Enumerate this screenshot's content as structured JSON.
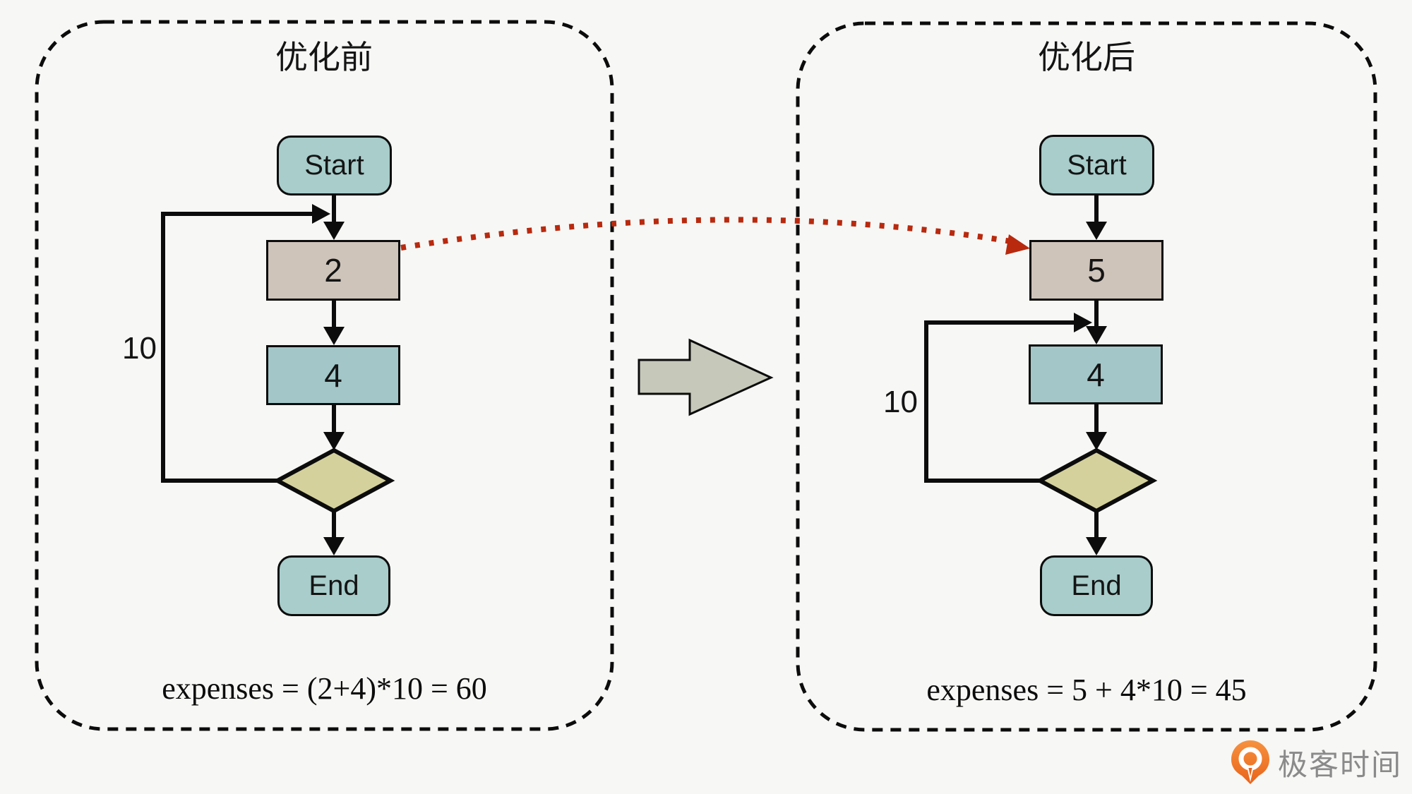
{
  "colors": {
    "bg": "#f7f7f5",
    "ink": "#0c0c0c",
    "teal": "#a8cdcb",
    "teal2": "#a3c7c9",
    "tan": "#cfc4ba",
    "olive": "#d4d19c",
    "gray_arrow": "#c6c8ba",
    "red": "#b8290e",
    "logo_orange": "#ee7224",
    "logo_text": "#8a8a8a"
  },
  "panels": [
    {
      "title": "优化前",
      "nodes": {
        "start": "Start",
        "process_a": "2",
        "process_b": "4",
        "end": "End"
      },
      "loop_label": "10",
      "formula": "expenses = (2+4)*10 = 60"
    },
    {
      "title": "优化后",
      "nodes": {
        "start": "Start",
        "process_a": "5",
        "process_b": "4",
        "end": "End"
      },
      "loop_label": "10",
      "formula": "expenses = 5 + 4*10 = 45"
    }
  ],
  "logo": {
    "text": "极客时间"
  }
}
